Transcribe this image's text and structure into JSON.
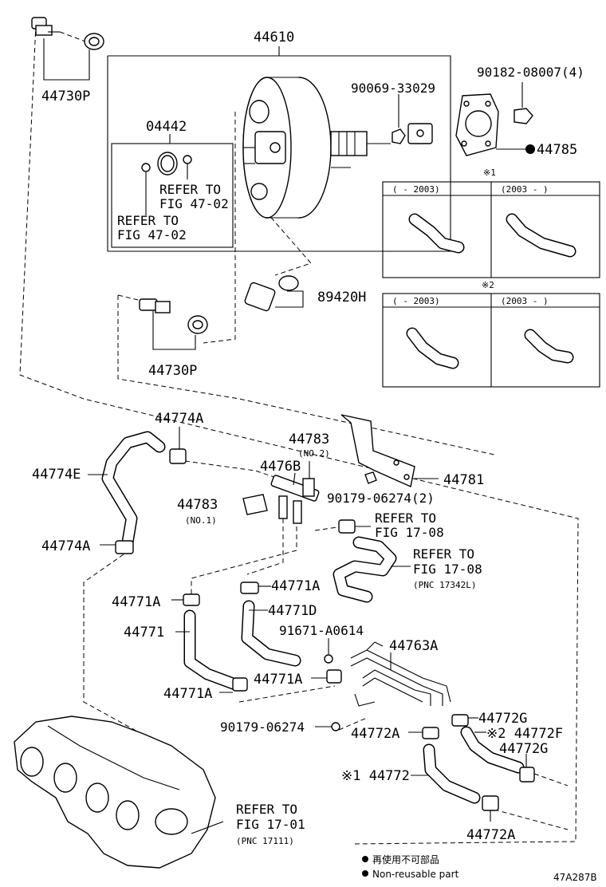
{
  "labels": {
    "booster": "44610",
    "check_valve_top": "44730P",
    "check_valve_bottom": "44730P",
    "kit": "04442",
    "refer_fig_4702_a": "REFER TO",
    "refer_fig_4702_a2": "FIG 47-02",
    "refer_fig_4702_b": "REFER TO",
    "refer_fig_4702_b2": "FIG 47-02",
    "nut_90069": "90069-33029",
    "nut_90182": "90182-08007(4)",
    "gasket_44785": "44785",
    "note_x1": "※1",
    "note_x2": "※2",
    "sensor_89420": "89420H",
    "hose_44774A_top": "44774A",
    "hose_44774E": "44774E",
    "hose_44774A_bottom": "44774A",
    "valve_44783_no2": "44783",
    "valve_44783_no2_sub": "(NO.2)",
    "valve_44783_no1": "44783",
    "valve_44783_no1_sub": "(NO.1)",
    "tee_4476B": "4476B",
    "bracket_44781": "44781",
    "bolt_90179_2": "90179-06274(2)",
    "refer_fig_1708_a": "REFER TO",
    "refer_fig_1708_a2": "FIG 17-08",
    "refer_fig_1708_b": "REFER TO",
    "refer_fig_1708_b2": "FIG 17-08",
    "refer_fig_1708_b3": "(PNC 17342L)",
    "clip_44771A_1": "44771A",
    "clip_44771A_2": "44771A",
    "hose_44771D": "44771D",
    "hose_44771": "44771",
    "bolt_91671": "91671-A0614",
    "pipe_44763A": "44763A",
    "clip_44771A_3": "44771A",
    "clip_44771A_4": "44771A",
    "clip_44772G_1": "44772G",
    "hose_44772F": "※2 44772F",
    "clip_44772G_2": "44772G",
    "bolt_90179": "90179-06274",
    "clip_44772A_1": "44772A",
    "hose_44772": "※1 44772",
    "clip_44772A_2": "44772A",
    "refer_fig_1701": "REFER TO",
    "refer_fig_1701_2": "FIG 17-01",
    "refer_fig_1701_3": "(PNC 17111)",
    "legend_jp": "再使用不可部品",
    "legend_en": "Non-reusable part",
    "diagram_id": "47A287B"
  },
  "variant_table_1": {
    "col1": "(    - 2003)",
    "col2": "(2003  -    )"
  },
  "variant_table_2": {
    "col1": "(    - 2003)",
    "col2": "(2003 -    )"
  }
}
